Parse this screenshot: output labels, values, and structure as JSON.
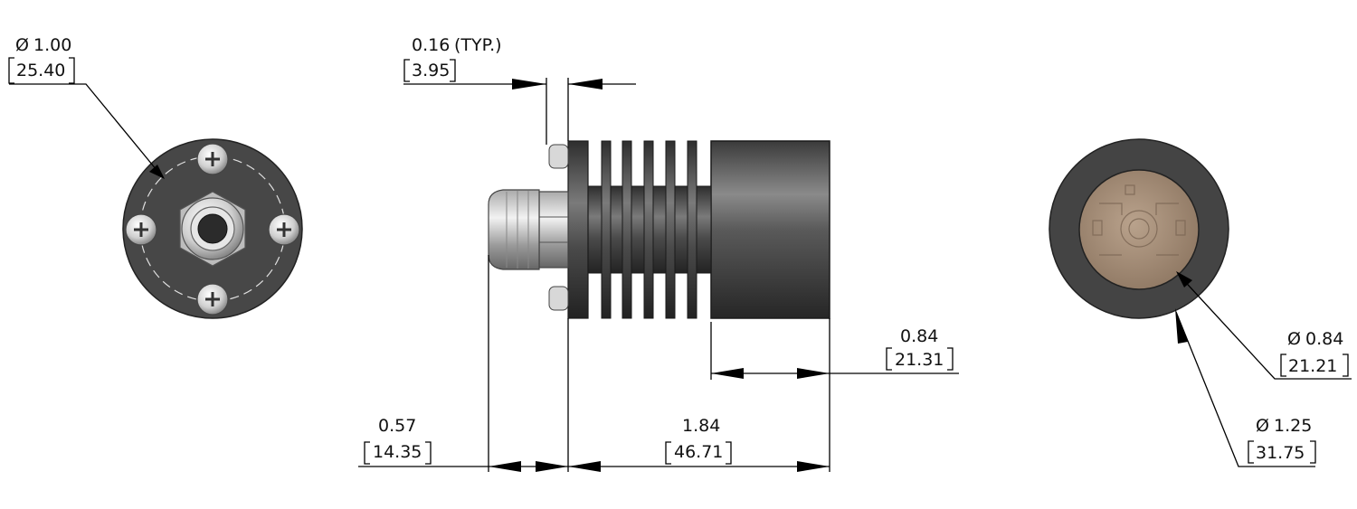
{
  "dimensions": {
    "front_diameter": {
      "symbol": "Ø",
      "inch": "1.00",
      "mm": "25.40"
    },
    "flange_thickness": {
      "inch": "0.16",
      "note": "(TYP.)",
      "mm": "3.95"
    },
    "gland_length": {
      "inch": "0.57",
      "mm": "14.35"
    },
    "body_length": {
      "inch": "1.84",
      "mm": "46.71"
    },
    "cap_length": {
      "inch": "0.84",
      "mm": "21.31"
    },
    "aperture_diameter": {
      "symbol": "Ø",
      "inch": "0.84",
      "mm": "21.21"
    },
    "outer_diameter": {
      "symbol": "Ø",
      "inch": "1.25",
      "mm": "31.75"
    }
  },
  "views": {
    "left": "back-view-cable-gland-and-screws",
    "center": "side-view-heatsink-body",
    "right": "front-view-aperture"
  },
  "colors": {
    "body_dark": "#3a3a3a",
    "body_mid": "#4a4a4a",
    "metal_light": "#d8d8d8",
    "lens": "#a8917c"
  }
}
